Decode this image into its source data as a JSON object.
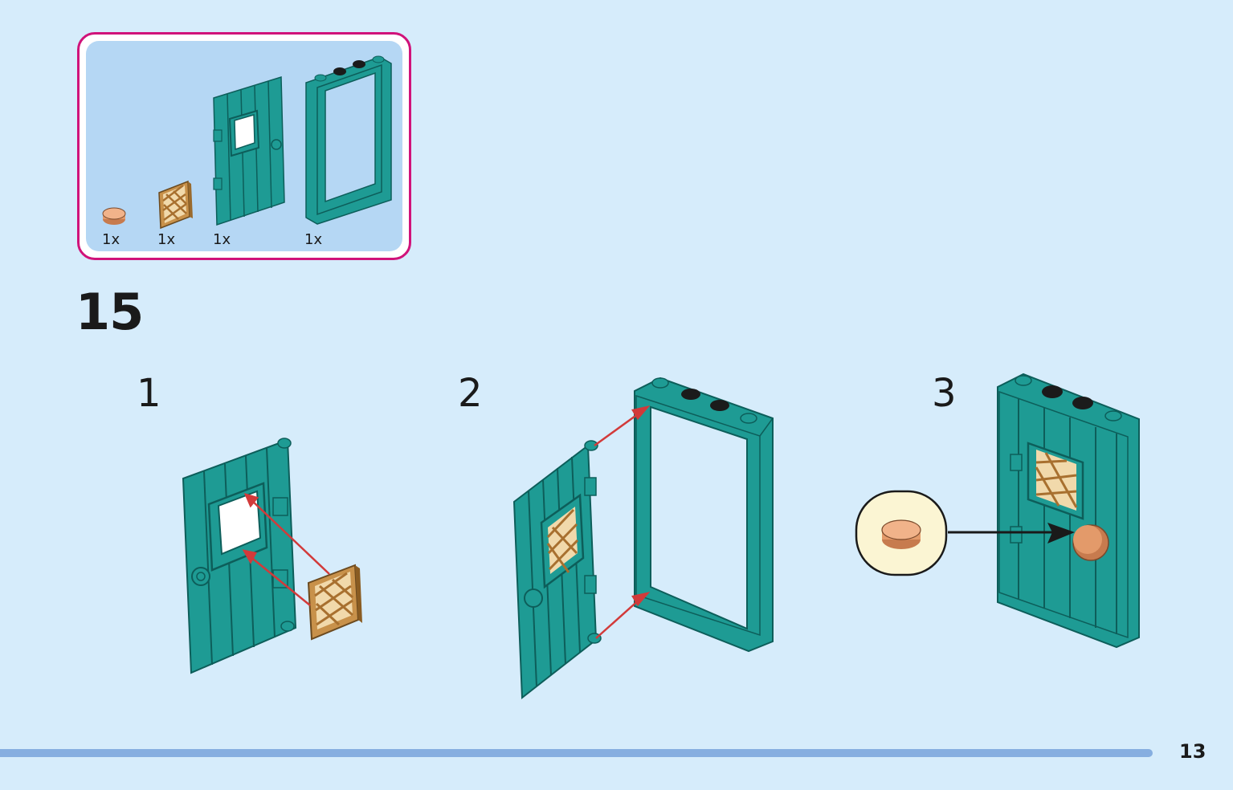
{
  "parts": [
    {
      "qty": "1x",
      "icon": "tan-round-tile-icon"
    },
    {
      "qty": "1x",
      "icon": "gold-lattice-window-icon"
    },
    {
      "qty": "1x",
      "icon": "teal-door-icon"
    },
    {
      "qty": "1x",
      "icon": "teal-door-frame-icon"
    }
  ],
  "step": {
    "number": "15"
  },
  "substeps": [
    {
      "number": "1"
    },
    {
      "number": "2"
    },
    {
      "number": "3"
    }
  ],
  "page": {
    "number": "13"
  },
  "colors": {
    "background": "#d6ecfb",
    "panel_border": "#d0137a",
    "panel_fill": "#b5d7f4",
    "teal": "#1e9b94",
    "teal_dark": "#0d5e5a",
    "gold": "#c8914a",
    "tan": "#e39a6a",
    "arrow_red": "#d23a3a",
    "callout_fill": "#fbf5d3",
    "page_bar": "#86aee0"
  }
}
